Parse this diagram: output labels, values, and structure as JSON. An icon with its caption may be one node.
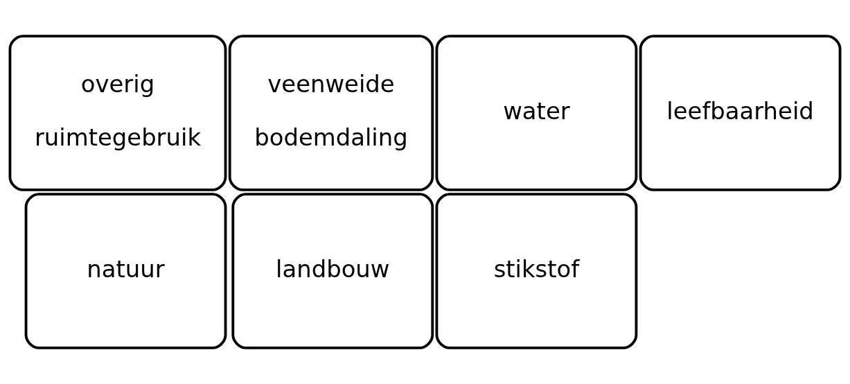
{
  "diagram": {
    "nodes": [
      {
        "text": [
          "water"
        ]
      },
      {
        "text": [
          "leefbaarheid"
        ]
      },
      {
        "text": [
          "overig",
          "ruimtegebruik"
        ]
      },
      {
        "text": [
          "natuur"
        ]
      },
      {
        "text": [
          "veenweide",
          "bodemdaling"
        ]
      },
      {
        "text": [
          "landbouw"
        ]
      },
      {
        "text": [
          "stikstof"
        ]
      }
    ]
  }
}
